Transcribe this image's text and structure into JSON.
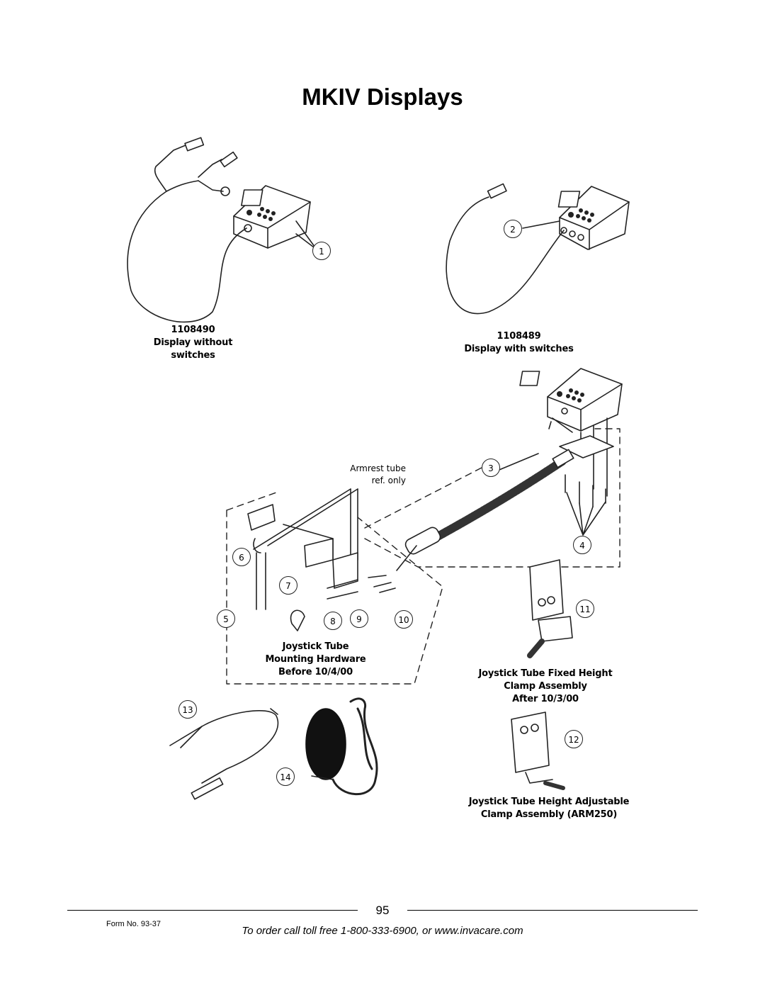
{
  "page": {
    "title": "MKIV Displays",
    "page_number": "95",
    "form_no": "Form No.  93-37",
    "order_line": "To order call toll free 1-800-333-6900, or www.invacare.com"
  },
  "captions": {
    "display_without_switches": [
      "1108490",
      "Display without",
      "switches"
    ],
    "display_with_switches": [
      "1108489",
      "Display with switches"
    ],
    "mounting_hardware": [
      "Joystick Tube",
      "Mounting Hardware",
      "Before 10/4/00"
    ],
    "fixed_height_clamp": [
      "Joystick Tube Fixed Height",
      "Clamp Assembly",
      "After 10/3/00"
    ],
    "adjustable_clamp": [
      "Joystick Tube Height Adjustable",
      "Clamp Assembly (ARM250)"
    ],
    "armrest_note": [
      "Armrest tube",
      "ref. only"
    ]
  },
  "callouts": [
    "1",
    "2",
    "3",
    "4",
    "5",
    "6",
    "7",
    "8",
    "9",
    "10",
    "11",
    "12",
    "13",
    "14"
  ]
}
